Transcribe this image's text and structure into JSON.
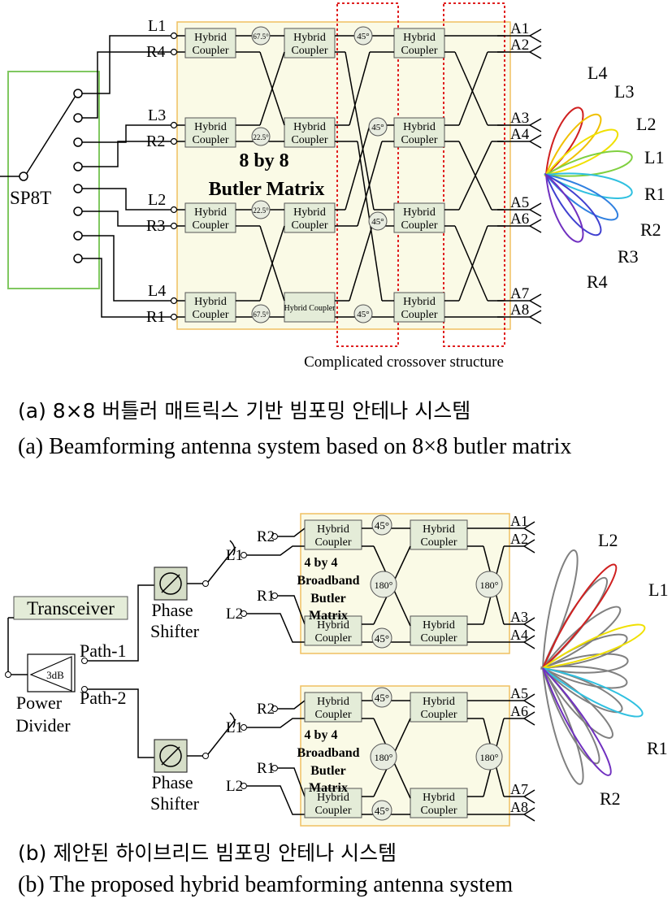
{
  "part_a": {
    "switch_label": "SP8T",
    "matrix_title_line1": "8 by 8",
    "matrix_title_line2": "Butler Matrix",
    "coupler_label_line1": "Hybrid",
    "coupler_label_line2": "Coupler",
    "small_coupler_label": "Hybrid Coupler",
    "phase_labels": [
      "67.5°",
      "22.5°",
      "22.5°",
      "67.5°",
      "45°",
      "45°",
      "45°",
      "45°"
    ],
    "port_labels": [
      "L1",
      "R4",
      "L3",
      "R2",
      "L2",
      "R3",
      "L4",
      "R1"
    ],
    "antenna_labels": [
      "A1",
      "A2",
      "A3",
      "A4",
      "A5",
      "A6",
      "A7",
      "A8"
    ],
    "beam_labels": [
      "L4",
      "L3",
      "L2",
      "L1",
      "R1",
      "R2",
      "R3",
      "R4"
    ],
    "crossover_note": "Complicated crossover structure",
    "caption_ko": "(a) 8×8 버틀러 매트릭스 기반 빔포밍 안테나 시스템",
    "caption_en": "(a) Beamforming antenna system based on 8×8 butler matrix"
  },
  "part_b": {
    "transceiver_label": "Transceiver",
    "divider_label_line1": "Power",
    "divider_label_line2": "Divider",
    "divider_value": "3dB",
    "path1_label": "Path-1",
    "path2_label": "Path-2",
    "phase_shifter_line1": "Phase",
    "phase_shifter_line2": "Shifter",
    "matrix_title": [
      "4 by 4",
      "Broadband",
      "Butler",
      "Matrix"
    ],
    "coupler_label_line1": "Hybrid",
    "coupler_label_line2": "Coupler",
    "phase_45": "45°",
    "phase_180": "180°",
    "port_labels": [
      "R2",
      "L1",
      "R1",
      "L2"
    ],
    "antenna_labels": [
      "A1",
      "A2",
      "A3",
      "A4",
      "A5",
      "A6",
      "A7",
      "A8"
    ],
    "beam_labels": [
      "L2",
      "L1",
      "R1",
      "R2"
    ],
    "caption_ko": "(b) 제안된 하이브리드 빔포밍 안테나 시스템",
    "caption_en": "(b) The proposed hybrid beamforming antenna system"
  },
  "colors": {
    "matrix_fill": "#fafae6",
    "matrix_border": "#f0c060",
    "switch_border": "#80c860",
    "crossover_box": "#e02020",
    "coupler_fill": "#e4ecd8",
    "phase_fill": "#e8ece0",
    "shifter_fill": "#d6dec8",
    "beam_colors": [
      "#d02020",
      "#f0c000",
      "#f0e000",
      "#80d040",
      "#30c0e0",
      "#3080e0",
      "#4040d0",
      "#7030c0"
    ],
    "beam_gray": "#808080"
  }
}
